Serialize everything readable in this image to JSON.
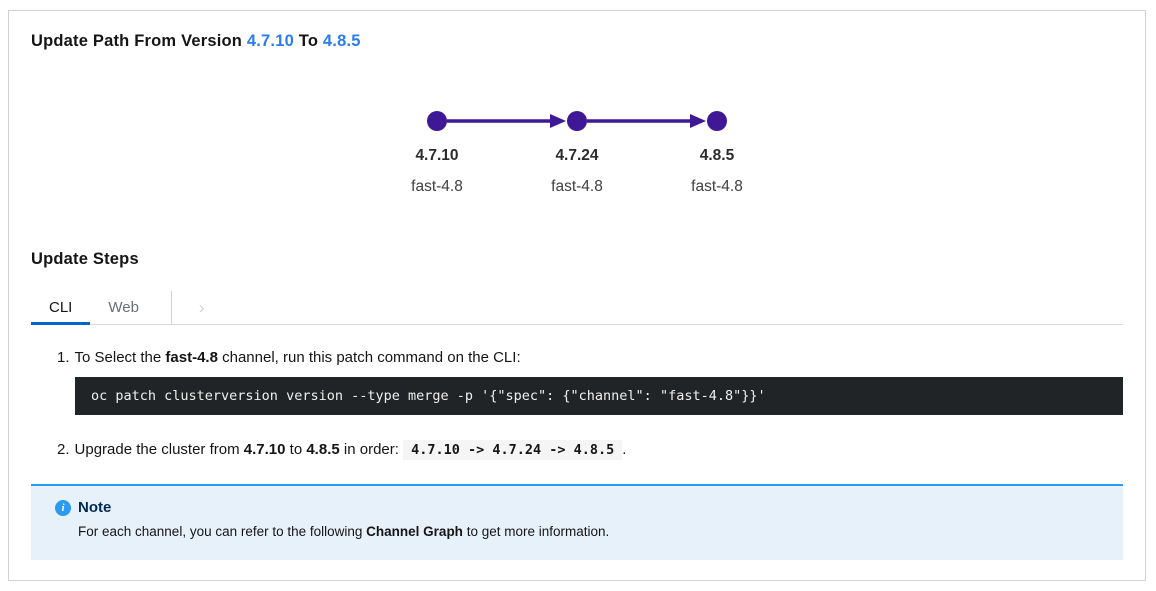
{
  "header": {
    "title_prefix": "Update Path From Version",
    "from_version": "4.7.10",
    "to_label": "To",
    "to_version": "4.8.5"
  },
  "graph": {
    "node_color": "#3e1896",
    "nodes": [
      {
        "version": "4.7.10",
        "channel": "fast-4.8"
      },
      {
        "version": "4.7.24",
        "channel": "fast-4.8"
      },
      {
        "version": "4.8.5",
        "channel": "fast-4.8"
      }
    ]
  },
  "steps_section": {
    "heading": "Update Steps",
    "tabs": [
      {
        "label": "CLI"
      },
      {
        "label": "Web"
      }
    ],
    "scroll_chevron": "›",
    "active_tab_color": "#0066cc"
  },
  "steps": {
    "step1": {
      "num": "1.",
      "pre": "To Select the ",
      "channel_bold": "fast-4.8",
      "post": " channel, run this patch command on the CLI:",
      "command": "oc patch clusterversion version --type merge -p '{\"spec\": {\"channel\": \"fast-4.8\"}}'"
    },
    "step2": {
      "num": "2.",
      "pre": "Upgrade the cluster from ",
      "from_bold": "4.7.10",
      "mid": " to ",
      "to_bold": "4.8.5",
      "post": " in order: ",
      "path_code": "4.7.10 -> 4.7.24 -> 4.8.5",
      "end": "."
    }
  },
  "note": {
    "title": "Note",
    "icon_char": "i",
    "body_pre": "For each channel, you can refer to the following ",
    "body_bold": "Channel Graph",
    "body_post": " to get more information.",
    "accent_color": "#2b9af3",
    "background_color": "#e7f1fa"
  }
}
